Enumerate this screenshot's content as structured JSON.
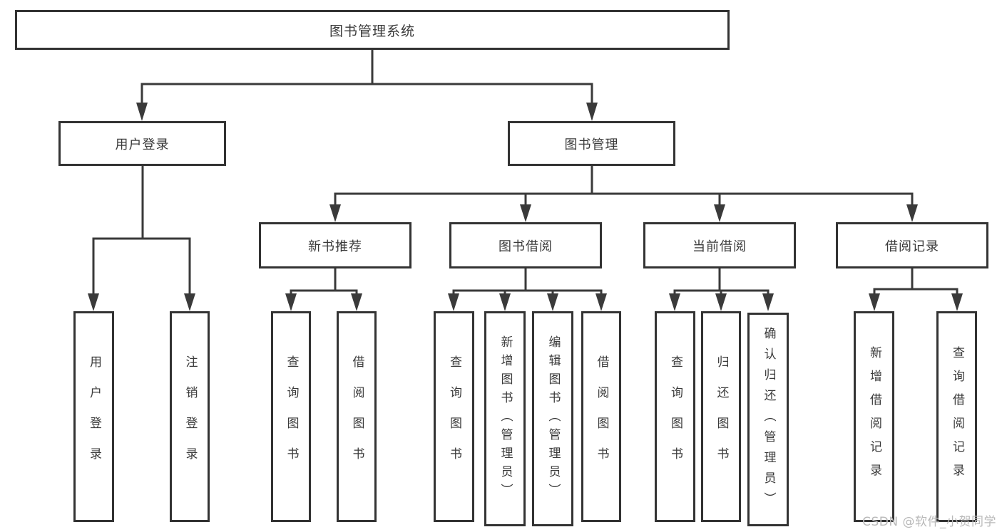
{
  "diagram": {
    "title": "图书管理系统",
    "root": {
      "label": "图书管理系统"
    },
    "level2": [
      {
        "label": "用户登录"
      },
      {
        "label": "图书管理"
      }
    ],
    "level3": [
      {
        "label": "新书推荐"
      },
      {
        "label": "图书借阅"
      },
      {
        "label": "当前借阅"
      },
      {
        "label": "借阅记录"
      }
    ],
    "leaves": {
      "user_login": [
        "用户登录",
        "注销登录"
      ],
      "new_book": [
        "查询图书",
        "借阅图书"
      ],
      "book_borrow": [
        "查询图书",
        "新增图书（管理员）",
        "编辑图书（管理员）",
        "借阅图书"
      ],
      "current_borrow": [
        "查询图书",
        "归还图书",
        "确认归还（管理员）"
      ],
      "borrow_record": [
        "新增借阅记录",
        "查询借阅记录"
      ]
    },
    "watermark": "CSDN @软件_小贺同学",
    "colors": {
      "line": "#3a3a3a",
      "box_border": "#333333",
      "text": "#3a3a3a",
      "watermark": "#b9b9b9",
      "background": "#ffffff"
    }
  }
}
